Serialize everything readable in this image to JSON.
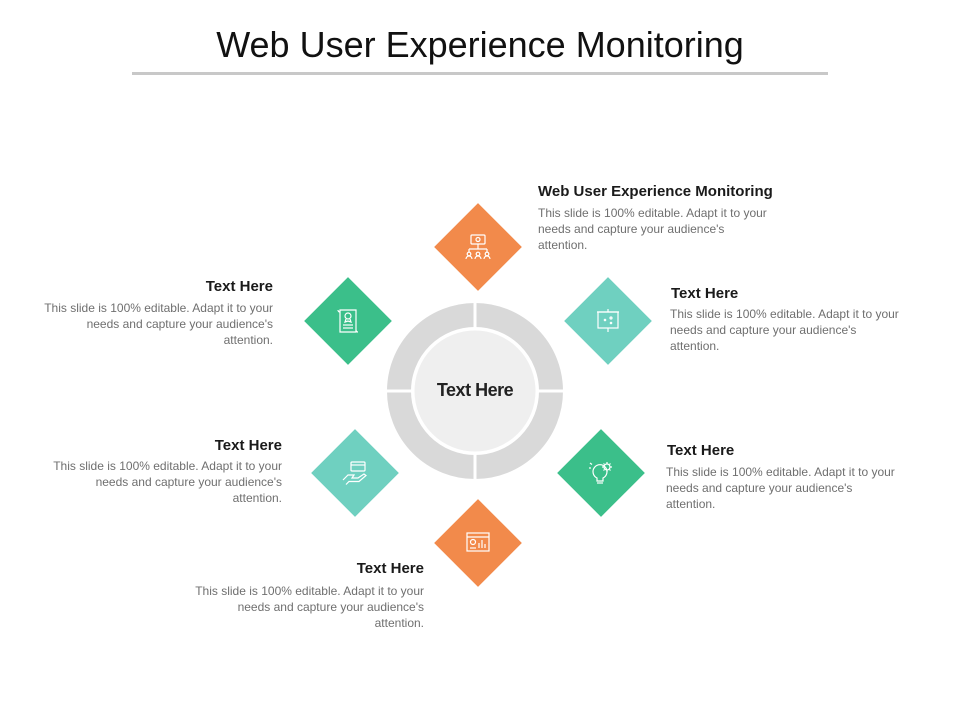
{
  "title": "Web User Experience Monitoring",
  "center": {
    "label": "Text Here"
  },
  "colors": {
    "orange": "#f28a4b",
    "teal": "#6fd0c0",
    "green": "#3bbf8a",
    "ring": "#d9d9d9",
    "center_fill": "#efefef",
    "rule": "#c8c8c8"
  },
  "items": [
    {
      "title": "Web User Experience Monitoring",
      "body": "This slide is 100% editable. Adapt it to your needs and capture your audience's attention.",
      "color": "orange",
      "icon": "network-users-icon"
    },
    {
      "title": "Text Here",
      "body": "This slide is 100% editable. Adapt it to your needs and capture your audience's attention.",
      "color": "teal",
      "icon": "presentation-board-icon"
    },
    {
      "title": "Text Here",
      "body": "This slide is 100% editable. Adapt it to your needs and capture your audience's attention.",
      "color": "green",
      "icon": "lightbulb-gear-icon"
    },
    {
      "title": "Text Here",
      "body": "This slide is 100% editable. Adapt it to your needs and capture your audience's attention.",
      "color": "orange",
      "icon": "dashboard-monitor-icon"
    },
    {
      "title": "Text Here",
      "body": "This slide is 100% editable. Adapt it to your needs and capture your audience's attention.",
      "color": "teal",
      "icon": "hand-card-icon"
    },
    {
      "title": "Text Here",
      "body": "This slide is 100% editable. Adapt it to your needs and capture your audience's attention.",
      "color": "green",
      "icon": "certificate-document-icon"
    }
  ]
}
